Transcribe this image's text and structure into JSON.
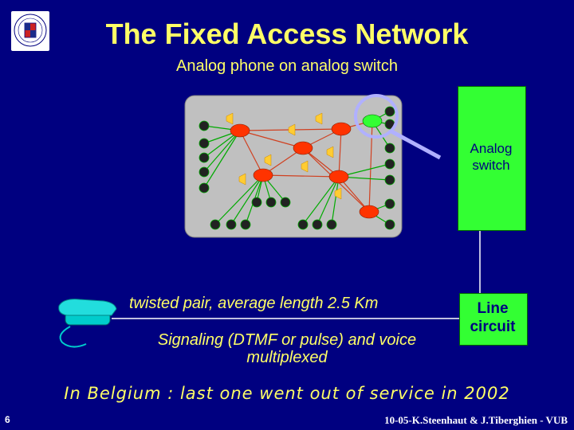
{
  "slide": {
    "title": "The Fixed Access Network",
    "subtitle": "Analog phone on analog switch",
    "switch_label": "Analog switch",
    "twisted_pair_text": "twisted pair, average length 2.5 Km",
    "line_circuit_label": "Line circuit",
    "signaling_text": "Signaling (DTMF or pulse) and voice multiplexed",
    "belgium_text": "In Belgium : last one went out of service in 2002",
    "page_number": "6",
    "footer": "10-05-K.Steenhaut & J.Tiberghien - VUB"
  },
  "icons": {
    "logo": "university-seal-logo",
    "network": "network-diagram-graphic",
    "magnifier": "magnifying-glass-icon",
    "phone": "analog-telephone-handset-icon"
  },
  "colors": {
    "background": "#000080",
    "title_text": "#ffff66",
    "switch_fill": "#33ff33",
    "network_panel": "#c0c0c0",
    "node": "#ff3300",
    "line": "#ffffff",
    "phone": "#00cccc"
  }
}
